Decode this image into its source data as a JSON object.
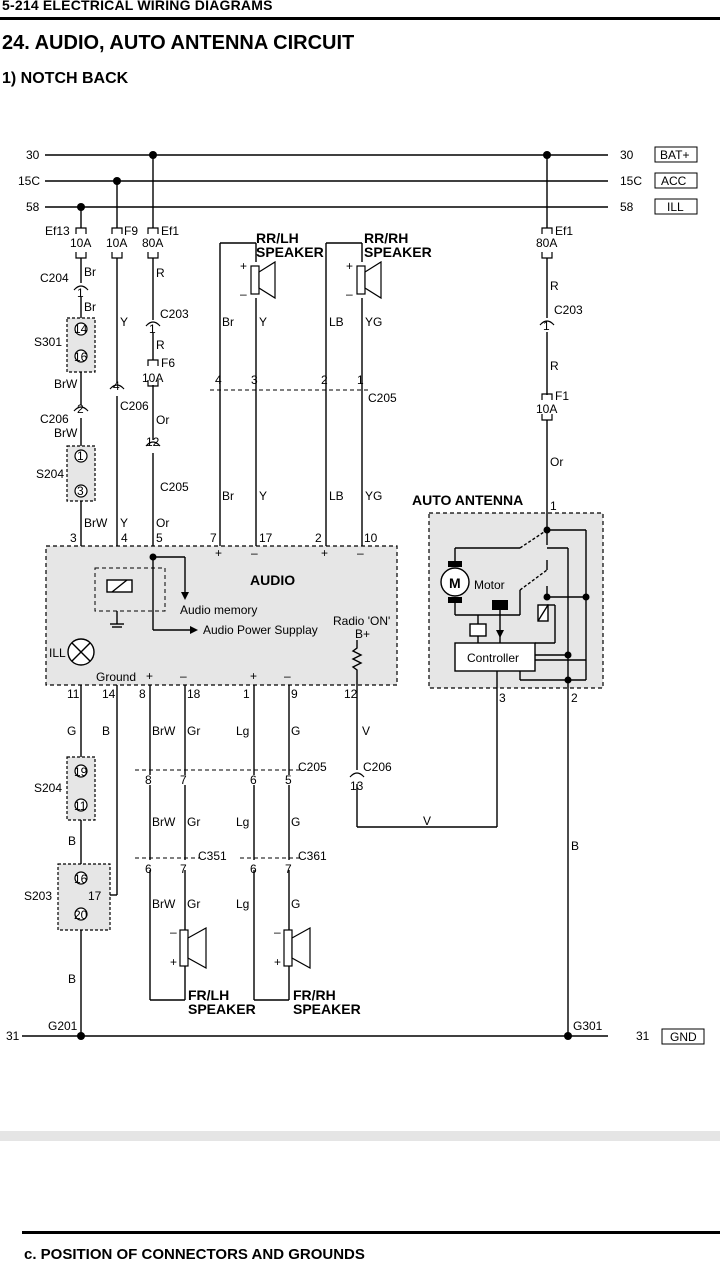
{
  "header": {
    "text": "5-214  ELECTRICAL WIRING DIAGRAMS"
  },
  "title": "24. AUDIO,  AUTO ANTENNA CIRCUIT",
  "subtitle": "1) NOTCH BACK",
  "rails": {
    "r30_left": "30",
    "r15c_left": "15C",
    "r58_left": "58",
    "r30_right": "30",
    "r15c_right": "15C",
    "r58_right": "58",
    "bat": "BAT+",
    "acc": "ACC",
    "ill": "ILL",
    "r31_left": "31",
    "r31_right": "31",
    "gnd": "GND"
  },
  "fuses": {
    "ef13": "Ef13",
    "ef13_amp": "10A",
    "f9": "F9",
    "f9_amp": "10A",
    "ef1": "Ef1",
    "ef1_amp": "80A",
    "f6": "F6",
    "f6_amp": "10A",
    "ef1r": "Ef1",
    "ef1r_amp": "80A",
    "f1": "F1",
    "f1_amp": "10A"
  },
  "speakers": {
    "rr_lh_1": "RR/LH",
    "rr_lh_2": "SPEAKER",
    "rr_rh_1": "RR/RH",
    "rr_rh_2": "SPEAKER",
    "fr_lh_1": "FR/LH",
    "fr_lh_2": "SPEAKER",
    "fr_rh_1": "FR/RH",
    "fr_rh_2": "SPEAKER"
  },
  "connectors": {
    "c204": "C204",
    "s301": "S301",
    "c206": "C206",
    "c206b": "C206",
    "s204": "S204",
    "c203": "C203",
    "c205": "C205",
    "c205b": "C205",
    "c205c": "C205",
    "c203r": "C203",
    "s204b": "S204",
    "s203": "S203",
    "c351": "C351",
    "c361": "C361",
    "c206c": "C206",
    "g201": "G201",
    "g301": "G301"
  },
  "pins": {
    "p1a": "1",
    "p14": "14",
    "p16": "16",
    "p4": "4",
    "p2": "2",
    "p1b": "1",
    "p3": "3",
    "p1c": "1",
    "p12": "12",
    "c205_4": "4",
    "c205_3": "3",
    "c205_2": "2",
    "c205_1": "1",
    "a3": "3",
    "a4": "4",
    "a5": "5",
    "a7": "7",
    "a17": "17",
    "a2": "2",
    "a10": "10",
    "a11": "11",
    "a14": "14",
    "a8": "8",
    "a18": "18",
    "a1": "1",
    "a9": "9",
    "a12": "12",
    "s204_19": "19",
    "s204_11": "11",
    "s203_16": "16",
    "s203_17": "17",
    "s203_20": "20",
    "c205b_8": "8",
    "c205b_7": "7",
    "c205b_6": "6",
    "c205b_5": "5",
    "c351_6": "6",
    "c351_7": "7",
    "c361_6": "6",
    "c361_7": "7",
    "c206_13": "13",
    "ant1": "1",
    "ant3": "3",
    "ant2": "2",
    "c203r_1": "1"
  },
  "wires": {
    "br1": "Br",
    "br2": "Br",
    "brw1": "BrW",
    "brw2": "BrW",
    "brw3": "BrW",
    "y1": "Y",
    "y2": "Y",
    "r1": "R",
    "r2": "R",
    "or1": "Or",
    "or2": "Or",
    "ry1": "Br",
    "ry2": "Y",
    "rl1": "LB",
    "rl2": "YG",
    "ry3": "Br",
    "ry4": "Y",
    "rl3": "LB",
    "rl4": "YG",
    "g1": "G",
    "b1": "B",
    "b2": "B",
    "b3": "B",
    "brw4": "BrW",
    "gr1": "Gr",
    "lg1": "Lg",
    "g2": "G",
    "brw5": "BrW",
    "gr2": "Gr",
    "lg2": "Lg",
    "g3": "G",
    "brw6": "BrW",
    "gr3": "Gr",
    "lg3": "Lg",
    "g4": "G",
    "v1": "V",
    "v2": "V",
    "rr1": "R",
    "rr2": "R",
    "or3": "Or"
  },
  "audio": {
    "label": "AUDIO",
    "memory": "Audio memory",
    "power": "Audio Power Supplay",
    "radio_on": "Radio 'ON'",
    "bplus": "B+",
    "ill": "ILL",
    "ground": "Ground",
    "plus": "+",
    "minus": "–"
  },
  "antenna": {
    "label": "AUTO ANTENNA",
    "motor": "Motor",
    "m": "M",
    "controller": "Controller"
  },
  "footer": {
    "text": "c. POSITION OF CONNECTORS AND GROUNDS"
  }
}
